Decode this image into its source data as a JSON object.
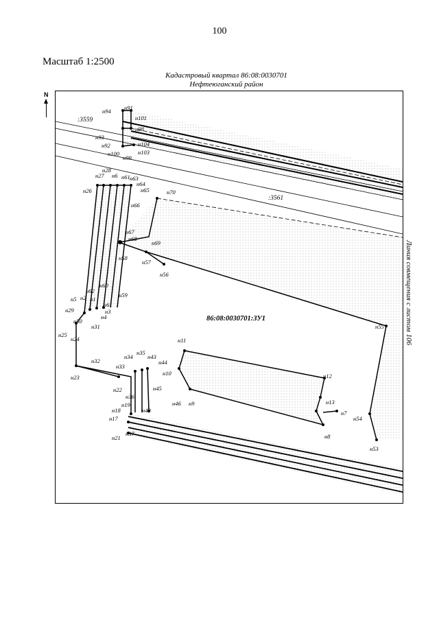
{
  "page_number": "100",
  "scale_text": "Масштаб 1:2500",
  "cadastral_quarter": "Кадастровый квартал 86:08:0030701",
  "district": "Нефтеюганский район",
  "north_label": "N",
  "side_note": "Линия совмещения с листом 106",
  "plot_label": "86:08:0030701:ЗУ1",
  "neighbor_labels": {
    "a": ":3559",
    "b": ":3561"
  },
  "colors": {
    "line": "#000000",
    "stipple": "#9a9a9a",
    "paper": "#ffffff"
  },
  "points": {
    "n94": "н94",
    "n91": "н91",
    "n101": "н101",
    "n98": "н98",
    "n93": "н93",
    "n92": "н92",
    "n104": "н104",
    "n100": "н100",
    "n99": "н99",
    "n103": "н103",
    "n28": "н28",
    "n27": "н27",
    "n6": "н6",
    "n61": "н61",
    "n63": "н63",
    "n64": "н64",
    "n65": "н65",
    "n26": "н26",
    "n66": "н66",
    "n70": "н70",
    "n67": "н67",
    "n68": "н68",
    "n69": "н69",
    "n58": "н58",
    "n57": "н57",
    "n56": "н56",
    "n62": "н62",
    "n60": "н60",
    "n59": "н59",
    "n5": "н5",
    "n2": "н2",
    "n1": "н1",
    "n61b": "н61",
    "n29": "н29",
    "n3": "н3",
    "n4": "н4",
    "n30": "н30",
    "n31": "н31",
    "n25": "н25",
    "n24": "н24",
    "n55": "н55",
    "n11": "н11",
    "n34": "н34",
    "n35": "н35",
    "n43": "н43",
    "n44": "н44",
    "n33": "н33",
    "n32": "н32",
    "n10": "н10",
    "n23": "н23",
    "n12": "н12",
    "n22": "н22",
    "n45": "н45",
    "n36": "н36",
    "n46": "н46",
    "n9": "н9",
    "n13": "н13",
    "n19": "н19",
    "n18": "н18",
    "n42": "н42",
    "n7": "н7",
    "n54": "н54",
    "n17": "н17",
    "n37": "н37",
    "n8": "н8",
    "n21": "н21",
    "n53": "н53"
  }
}
